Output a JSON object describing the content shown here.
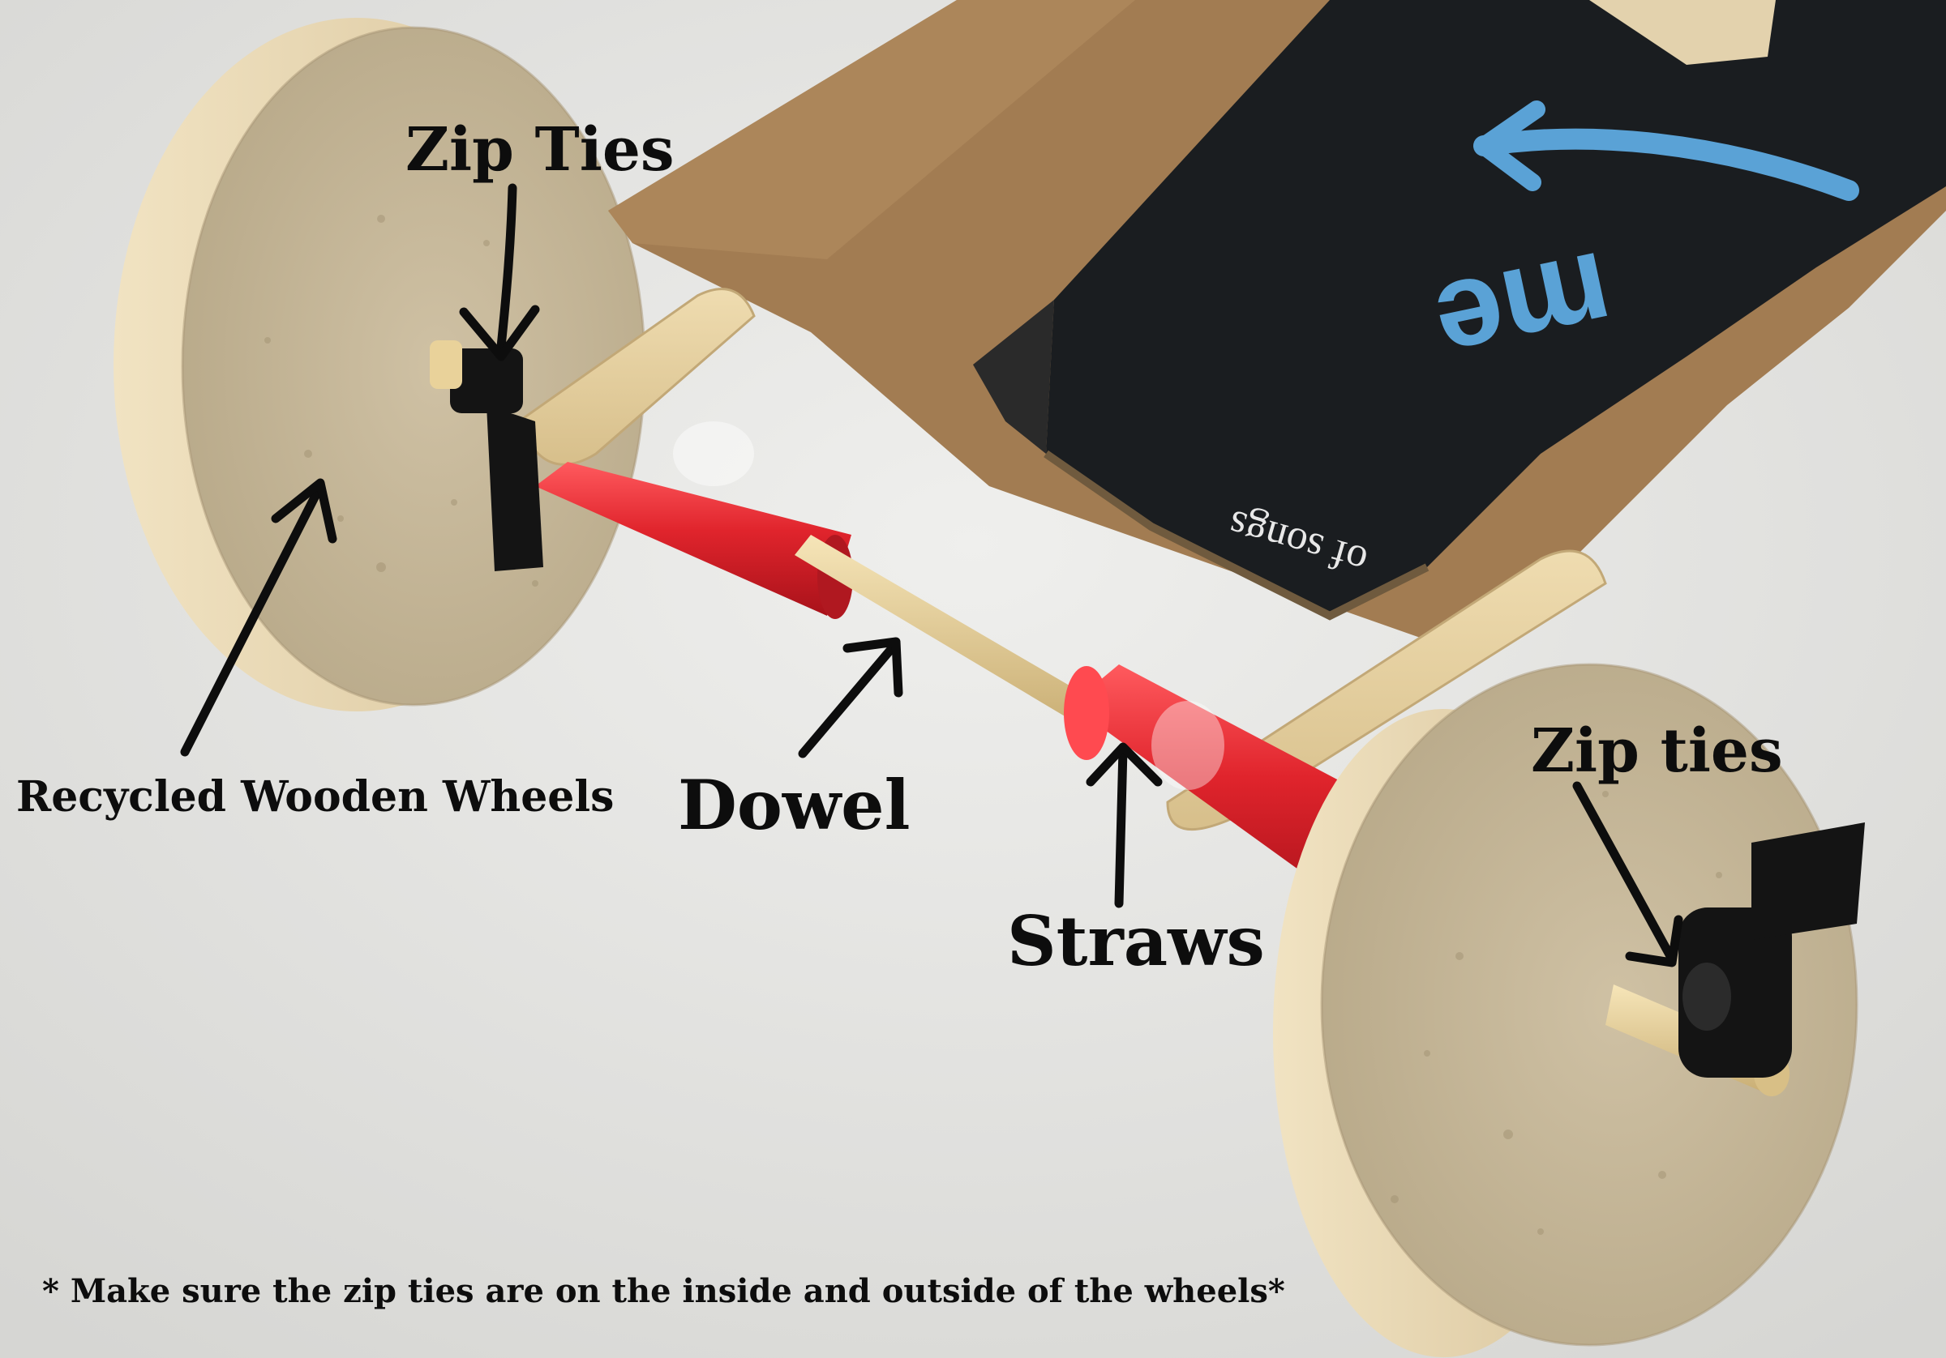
{
  "labels": {
    "zip_ties_left": "Zip Ties",
    "zip_ties_right": "Zip ties",
    "wheels": "Recycled Wooden Wheels",
    "dowel": "Dowel",
    "straws": "Straws",
    "note": "* Make sure the zip ties are on the inside and outside of the wheels*"
  },
  "box_print": {
    "logo_text": "me",
    "small_text": "of songs"
  },
  "colors": {
    "background": "#e4e4e2",
    "wood": "#e3d2ad",
    "cardboard": "#a07a50",
    "box_black": "#1a1d20",
    "logo_blue": "#5aa2d6",
    "straw_red": "#e0242c",
    "zip_tie": "#141414"
  }
}
